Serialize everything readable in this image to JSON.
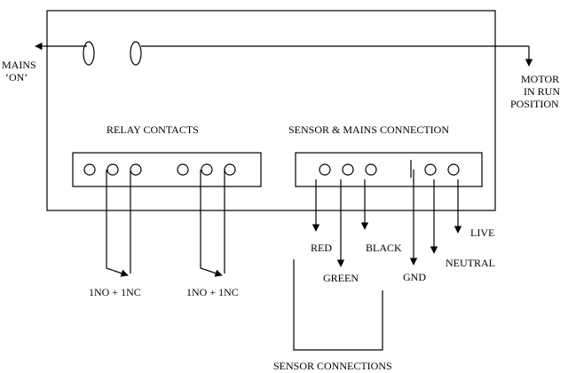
{
  "labels": {
    "mains_line1": "MAINS",
    "mains_line2": "‘ON’",
    "motor_line1": "MOTOR",
    "motor_line2": "IN RUN",
    "motor_line3": "POSITION",
    "relay_contacts": "RELAY CONTACTS",
    "sensor_mains": "SENSOR & MAINS CONNECTION",
    "relay_set_1": "1NO + 1NC",
    "relay_set_2": "1NO + 1NC",
    "red": "RED",
    "green": "GREEN",
    "black": "BLACK",
    "gnd": "GND",
    "neutral": "NEUTRAL",
    "live": "LIVE",
    "sensor_connections": "SENSOR CONNECTIONS"
  },
  "colors": {
    "stroke": "#000000",
    "background": "#ffffff"
  }
}
